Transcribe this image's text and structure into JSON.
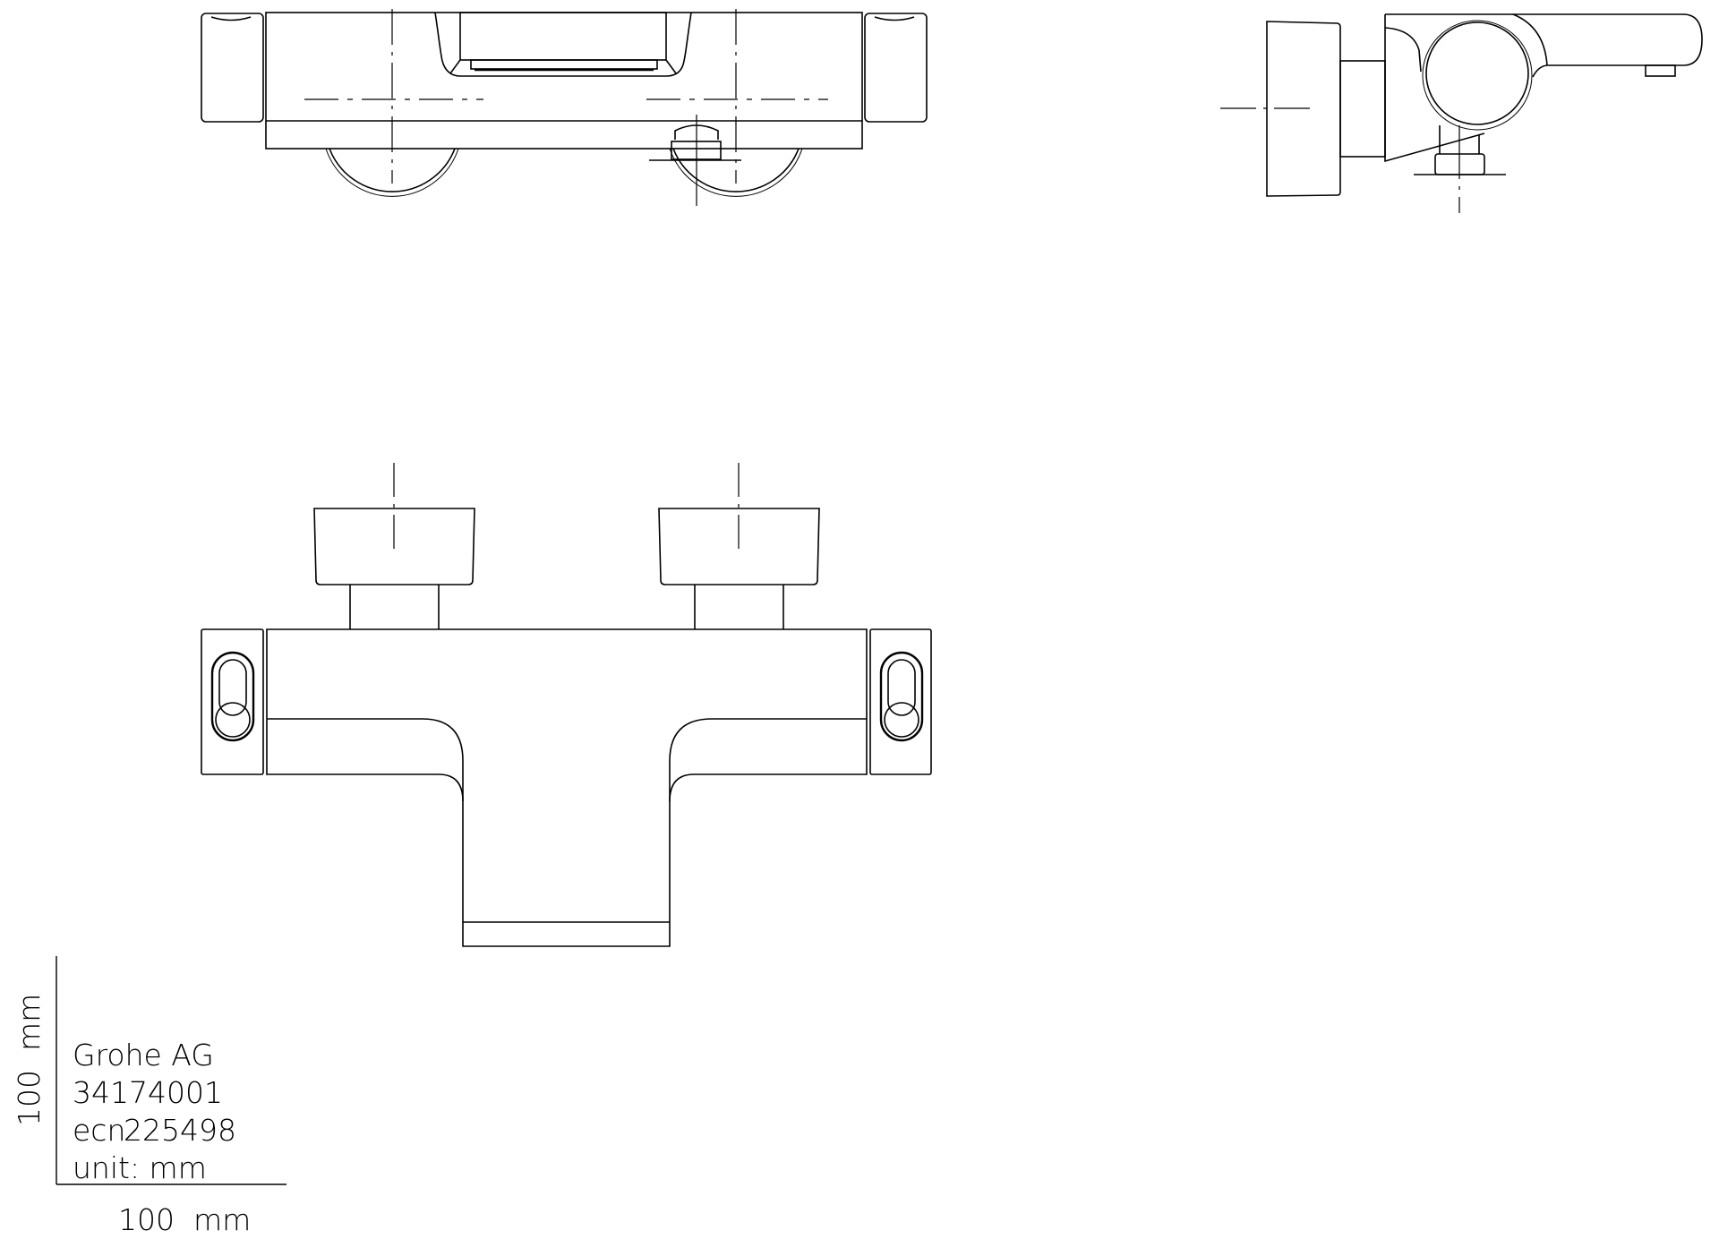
{
  "drawing": {
    "views": [
      {
        "name": "top-view"
      },
      {
        "name": "side-view"
      },
      {
        "name": "front-view"
      }
    ],
    "line_color": "#000000",
    "background": "#ffffff"
  },
  "title_block": {
    "manufacturer": "Grohe AG",
    "part_number": "34174001",
    "ecn": "ecn.225498",
    "ecn_prefix": "ecn",
    "ecn_number": "225498",
    "unit": "unit:  mm"
  },
  "scale_bar": {
    "horizontal_label": "100  mm",
    "vertical_label": "100  mm"
  }
}
